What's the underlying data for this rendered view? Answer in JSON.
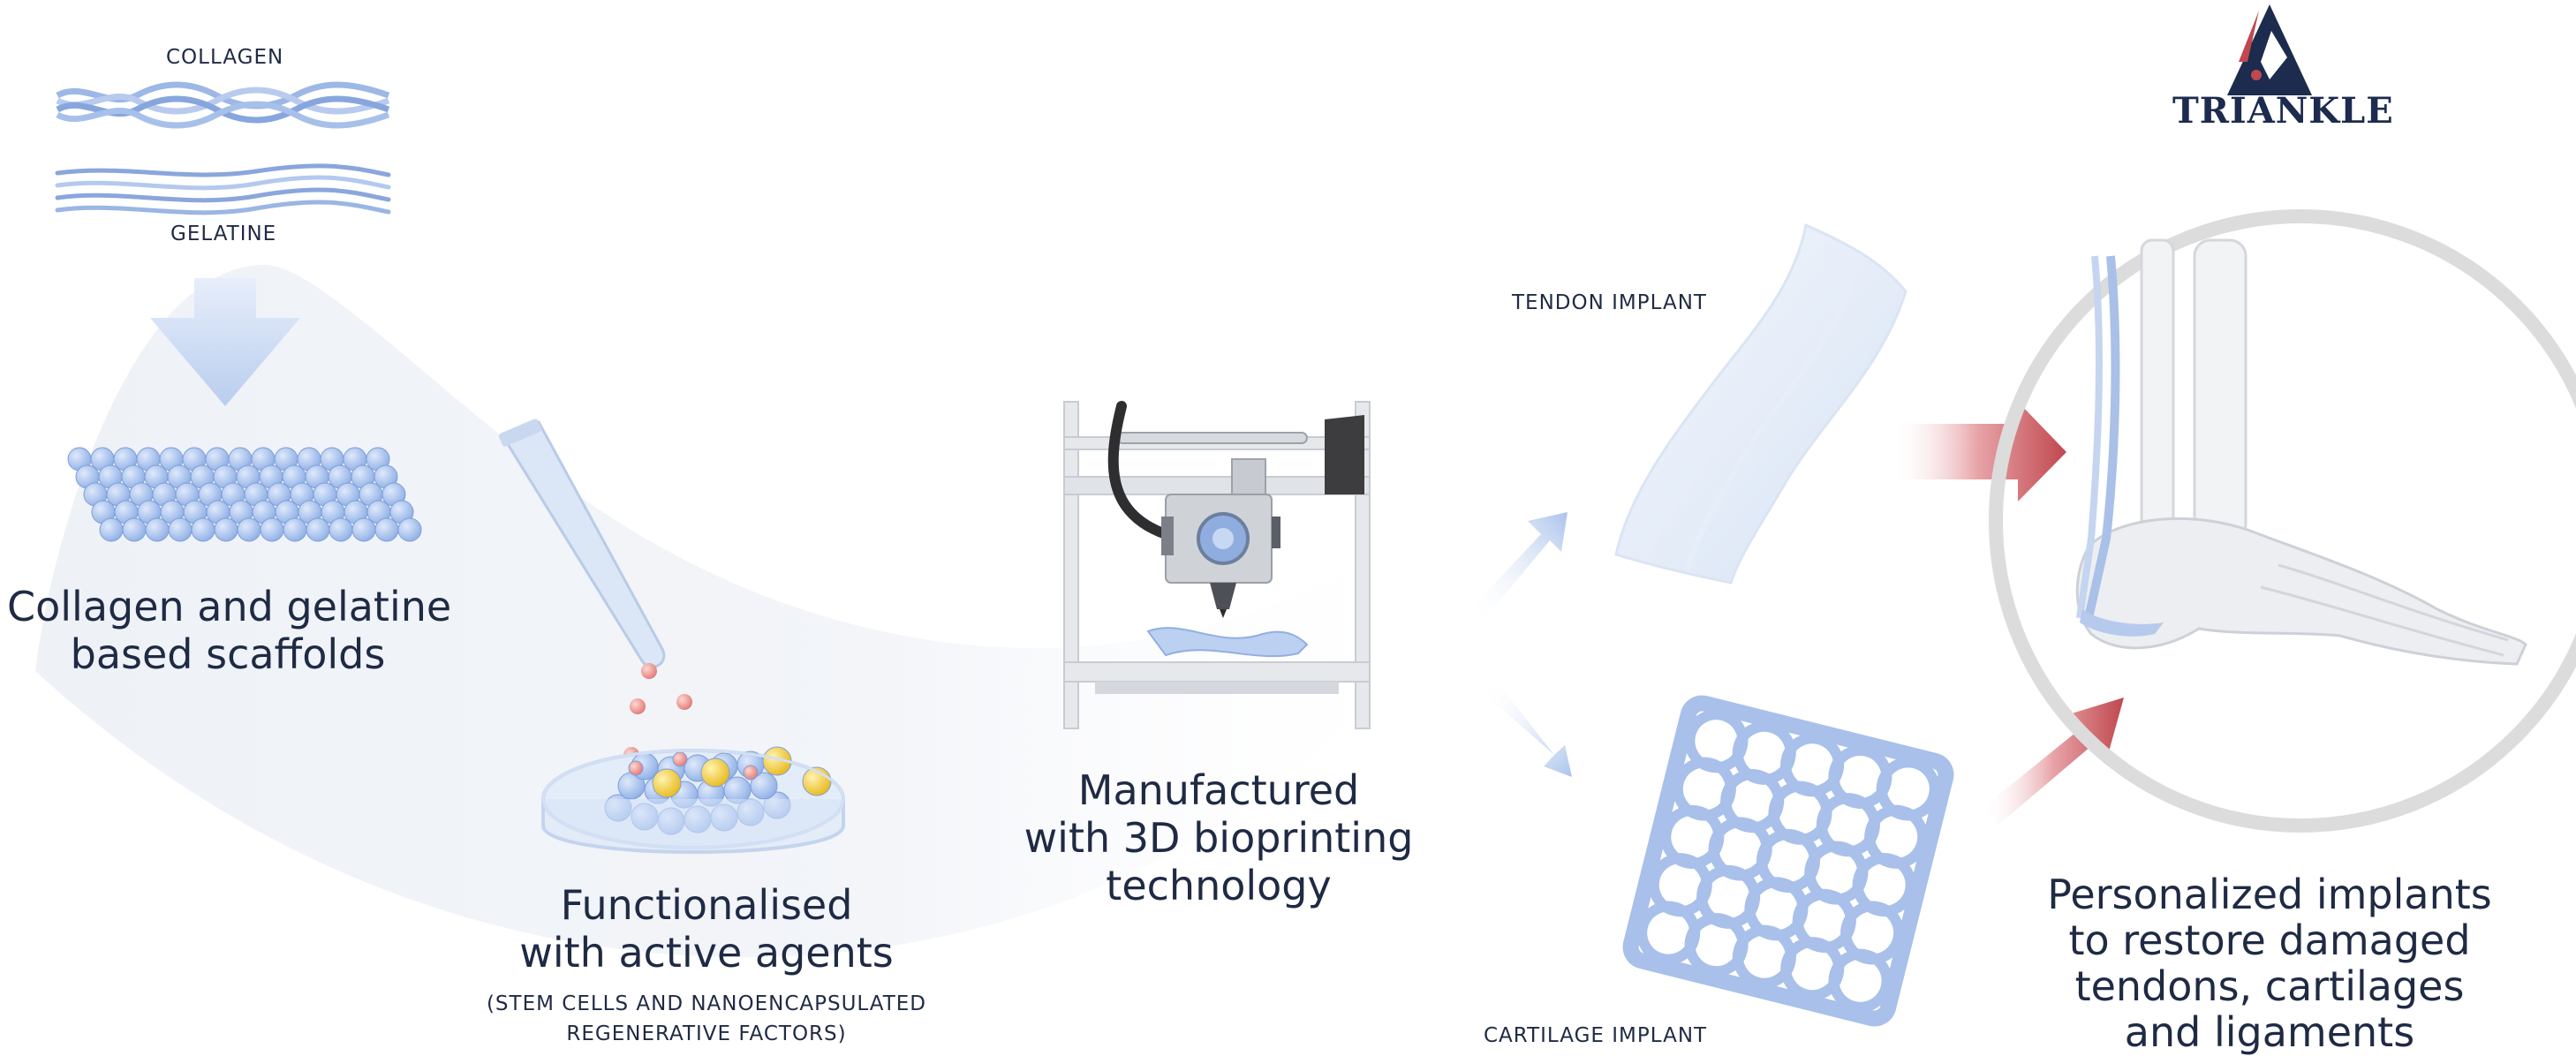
{
  "materials": {
    "collagen": "COLLAGEN",
    "gelatine": "GELATINE"
  },
  "steps": {
    "scaffolds": [
      "Collagen and gelatine",
      "based scaffolds"
    ],
    "functionalised": [
      "Functionalised",
      "with active agents"
    ],
    "functionalised_note": [
      "(STEM CELLS AND NANOENCAPSULATED",
      "REGENERATIVE FACTORS)"
    ],
    "manufactured": [
      "Manufactured",
      "with 3D bioprinting",
      "technology"
    ],
    "result": [
      "Personalized implants",
      "to restore damaged",
      "tendons, cartilages",
      "and ligaments"
    ]
  },
  "implants": {
    "tendon": "TENDON IMPLANT",
    "cartilage": "CARTILAGE IMPLANT"
  },
  "logo": {
    "text": "TRIANKLE"
  },
  "colors": {
    "navy": "#1c2b4e",
    "accent_red": "#c0484f",
    "light_blue": "#b9cdee",
    "sphere_blue": "#9ab9ea",
    "yellow": "#f2cb2e",
    "ring_gray": "#dadada"
  }
}
